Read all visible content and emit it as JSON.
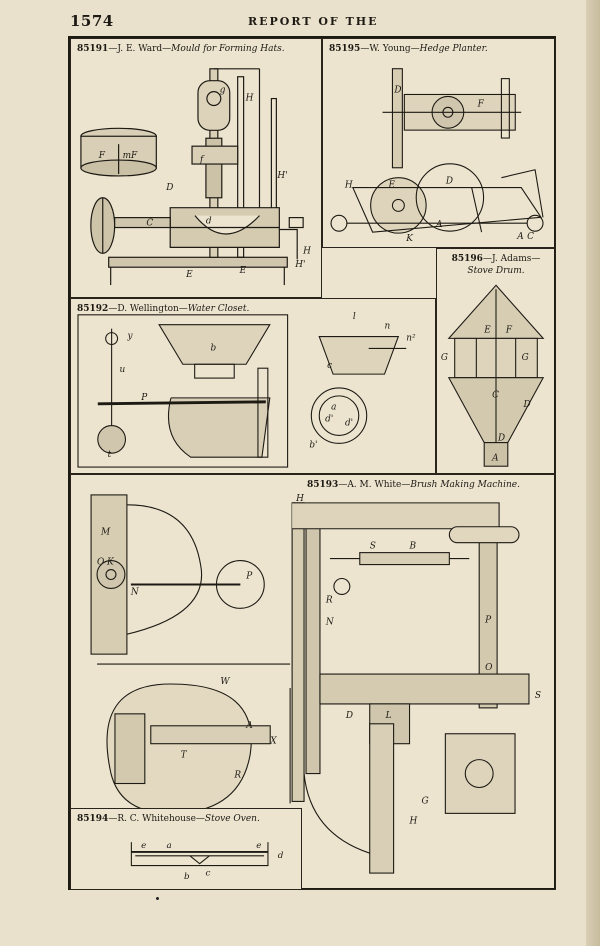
{
  "header": {
    "page_number": "1574",
    "running_head": "REPORT OF THE"
  },
  "figures": [
    {
      "number": "85191",
      "sep": "—",
      "name": "J. E. Ward—",
      "title": "Mould for Forming Hats.",
      "labels": [
        "g",
        "H",
        "H'",
        "f",
        "F",
        "mF",
        "D",
        "C",
        "d",
        "E",
        "E",
        "H",
        "H'"
      ]
    },
    {
      "number": "85195",
      "sep": "—",
      "name": "W. Young—",
      "title": "Hedge Planter.",
      "labels": [
        "D",
        "F",
        "H",
        "E",
        "D",
        "A",
        "K",
        "A",
        "C"
      ]
    },
    {
      "number": "85196",
      "sep": "—",
      "name": "J. Adams—",
      "title": "Stove Drum.",
      "labels": [
        "E",
        "F",
        "G",
        "G",
        "C",
        "D",
        "D",
        "A"
      ]
    },
    {
      "number": "85192",
      "sep": "—",
      "name": "D. Wellington—",
      "title": "Water Closet.",
      "labels": [
        "y",
        "b",
        "u",
        "P",
        "t",
        "l",
        "n",
        "n²",
        "c",
        "a",
        "d'",
        "d'",
        "b'"
      ]
    },
    {
      "number": "85193",
      "sep": "—",
      "name": "A. M. White—",
      "title": "Brush Making Machine.",
      "labels": [
        "M",
        "O",
        "K",
        "N",
        "P",
        "W",
        "A",
        "X",
        "T",
        "R",
        "H",
        "S",
        "B",
        "R",
        "P",
        "O",
        "N",
        "L",
        "D",
        "G",
        "H",
        "S"
      ]
    },
    {
      "number": "85194",
      "sep": "—",
      "name": "R. C. Whitehouse—",
      "title": "Stove Oven.",
      "labels": [
        "e",
        "a",
        "e",
        "d",
        "b",
        "c"
      ]
    }
  ]
}
